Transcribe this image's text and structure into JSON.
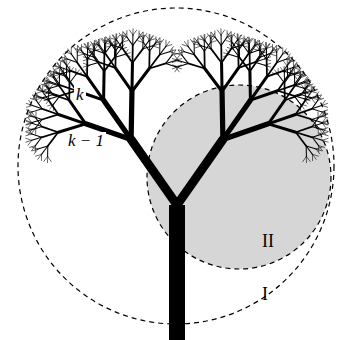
{
  "diagram": {
    "nodes": [
      {
        "text": [
          "I"
        ]
      },
      {
        "text": [
          "II"
        ],
        "in": 0
      }
    ],
    "labels": [
      "k",
      "k − 1"
    ]
  }
}
